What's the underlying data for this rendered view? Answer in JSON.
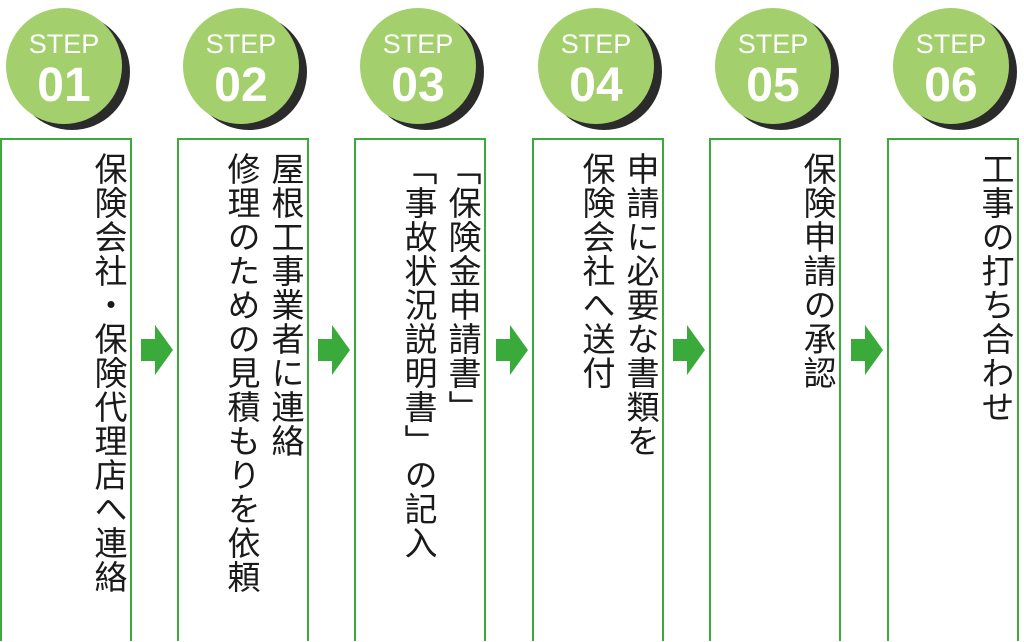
{
  "colors": {
    "badge_fill": "#a3d06d",
    "badge_shadow": "#2b2b2b",
    "box_border": "#3aab3a",
    "arrow": "#3aab3a",
    "text": "#1a1a1a"
  },
  "steps": [
    {
      "label": "STEP",
      "number": "01",
      "text": "保険会社・保険代理店へ連絡"
    },
    {
      "label": "STEP",
      "number": "02",
      "text": "屋根工事業者に連絡\n修理のための見積もりを依頼"
    },
    {
      "label": "STEP",
      "number": "03",
      "text": "「保険金申請書」\n「事故状況説明書」の記入"
    },
    {
      "label": "STEP",
      "number": "04",
      "text": "申請に必要な書類を\n保険会社へ送付"
    },
    {
      "label": "STEP",
      "number": "05",
      "text": "保険申請の承認"
    },
    {
      "label": "STEP",
      "number": "06",
      "text": "工事の打ち合わせ"
    }
  ]
}
